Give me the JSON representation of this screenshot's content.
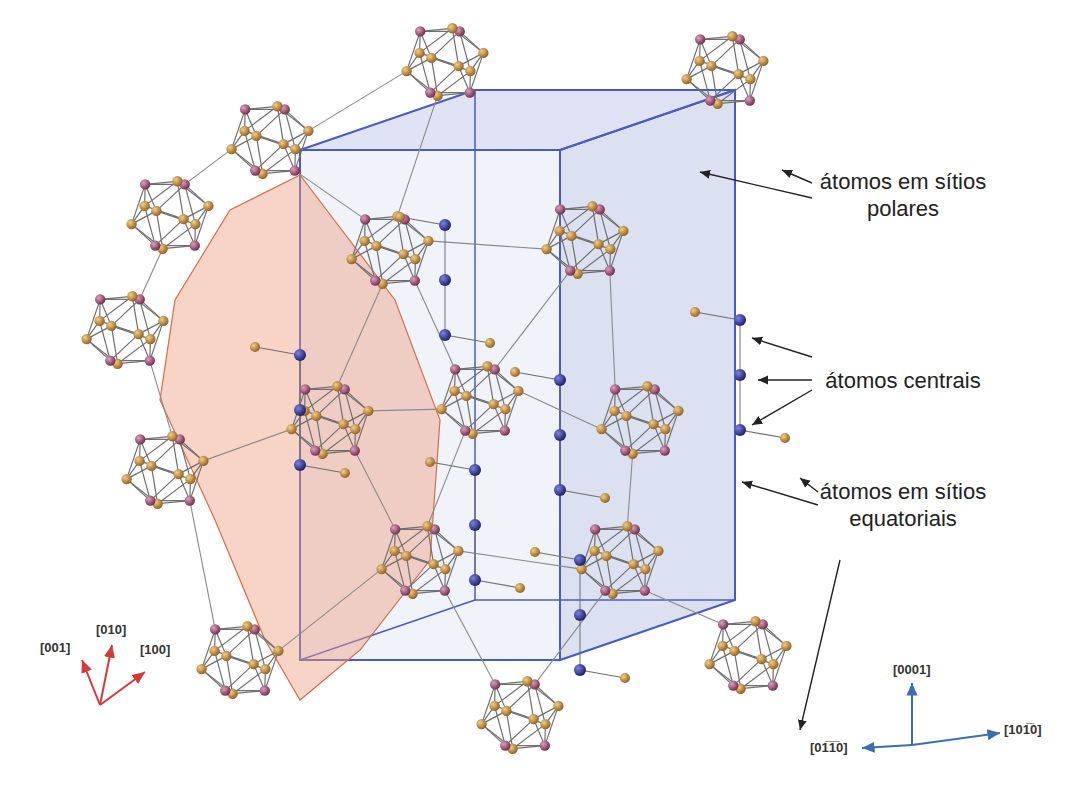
{
  "diagram": {
    "labels": [
      "átomos em sítios polares",
      "átomos centrais",
      "átomos em sítios equatoriais",
      "[010]",
      "[001]",
      "[100]",
      "[0001]",
      "[01̅1̅0]",
      "[101̅0]"
    ]
  }
}
